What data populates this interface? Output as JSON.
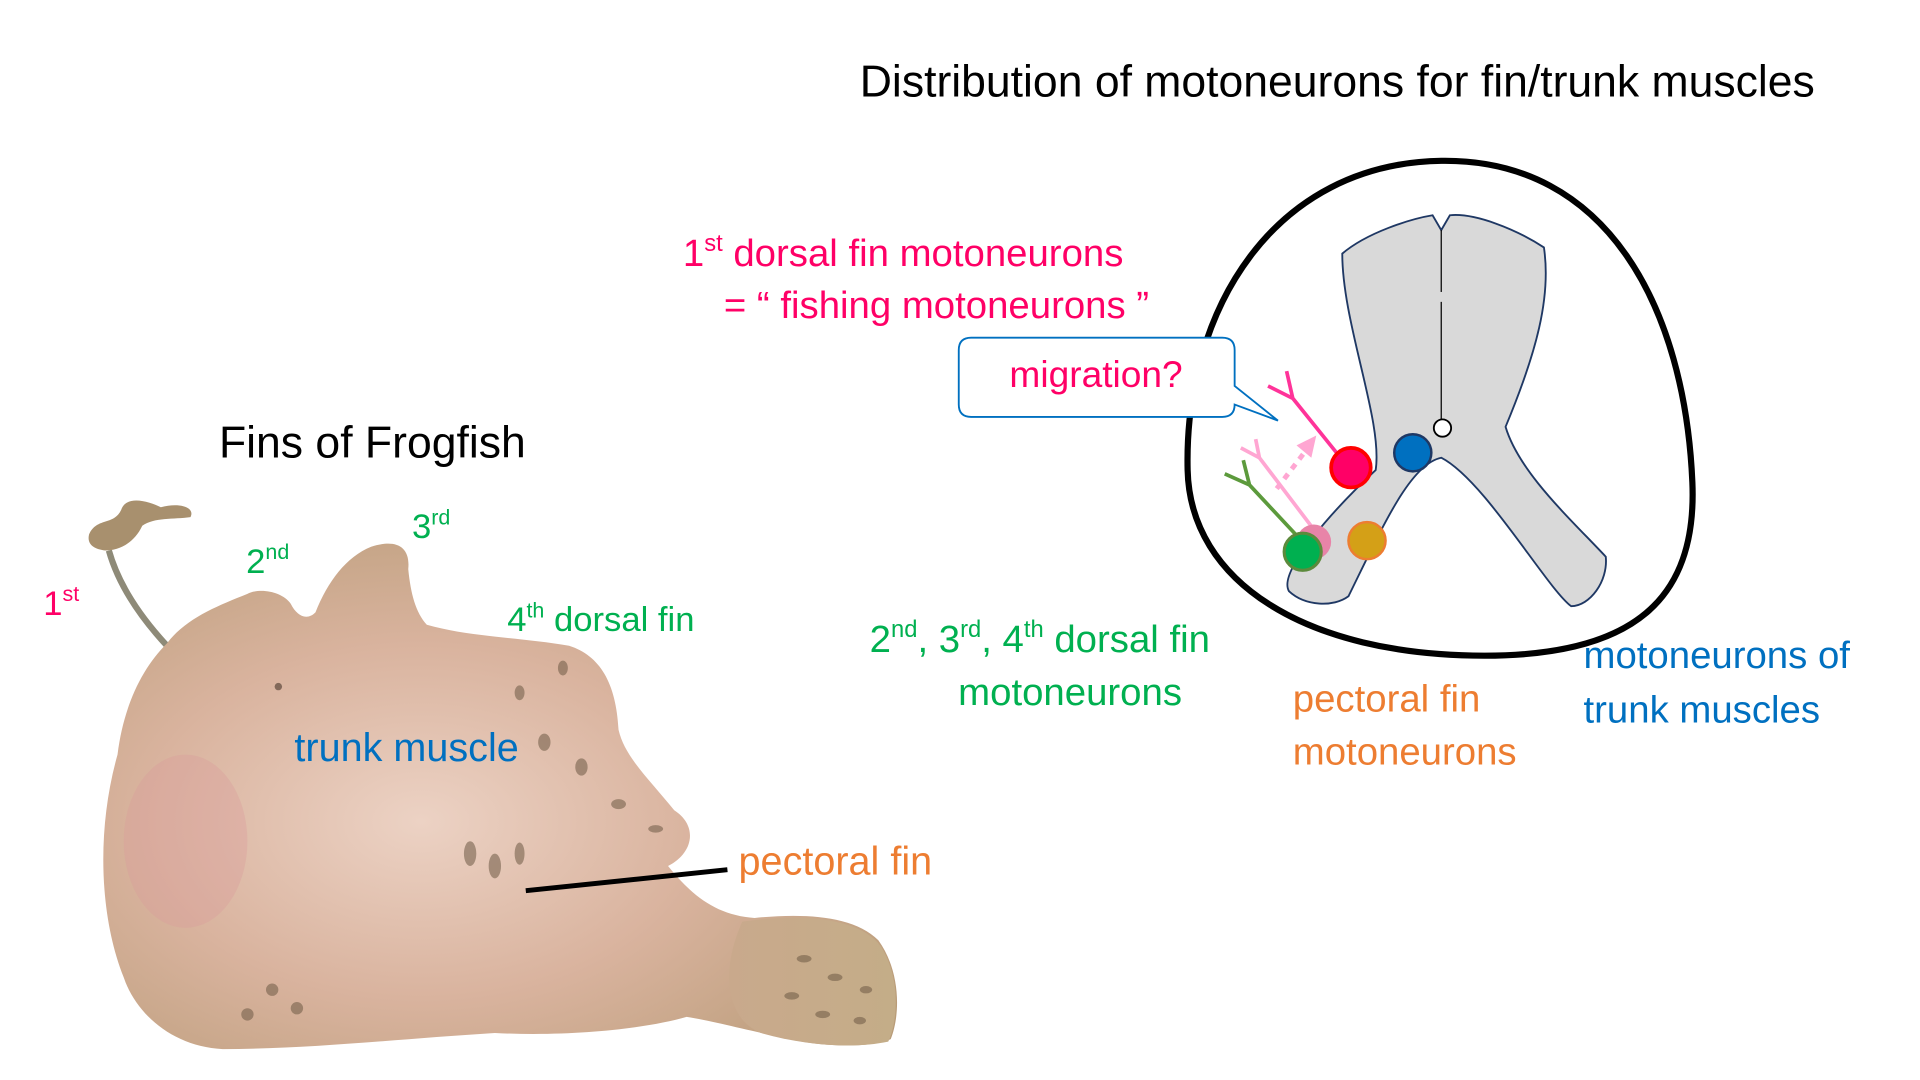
{
  "colors": {
    "fishing": "#FF0066",
    "dorsal": "#00B050",
    "pectoral": "#ED7D31",
    "trunk": "#0070C0",
    "gray_matter": "#D9D9D9"
  },
  "left_panel": {
    "title": "Fins of Frogfish",
    "labels": {
      "first": {
        "num": "1",
        "sup": "st"
      },
      "second": {
        "num": "2",
        "sup": "nd"
      },
      "third": {
        "num": "3",
        "sup": "rd"
      },
      "fourth": {
        "num": "4",
        "sup": "th",
        "text": " dorsal fin"
      },
      "trunk_muscle": "trunk muscle",
      "pectoral_fin": "pectoral fin"
    }
  },
  "right_panel": {
    "title": "Distribution of motoneurons for fin/trunk muscles",
    "fishing": {
      "num": "1",
      "sup": "st",
      "line1_rest": " dorsal fin motoneurons",
      "line2": "= “ fishing motoneurons ”"
    },
    "callout": "migration?",
    "dorsal": {
      "n2": "2",
      "s2": "nd",
      "c1": ", ",
      "n3": "3",
      "s3": "rd",
      "c2": ", ",
      "n4": "4",
      "s4": "th",
      "rest": " dorsal fin",
      "line2": "motoneurons"
    },
    "pectoral": {
      "line1": "pectoral fin",
      "line2": "motoneurons"
    },
    "trunk": {
      "line1": "motoneurons of",
      "line2": "trunk muscles"
    }
  }
}
